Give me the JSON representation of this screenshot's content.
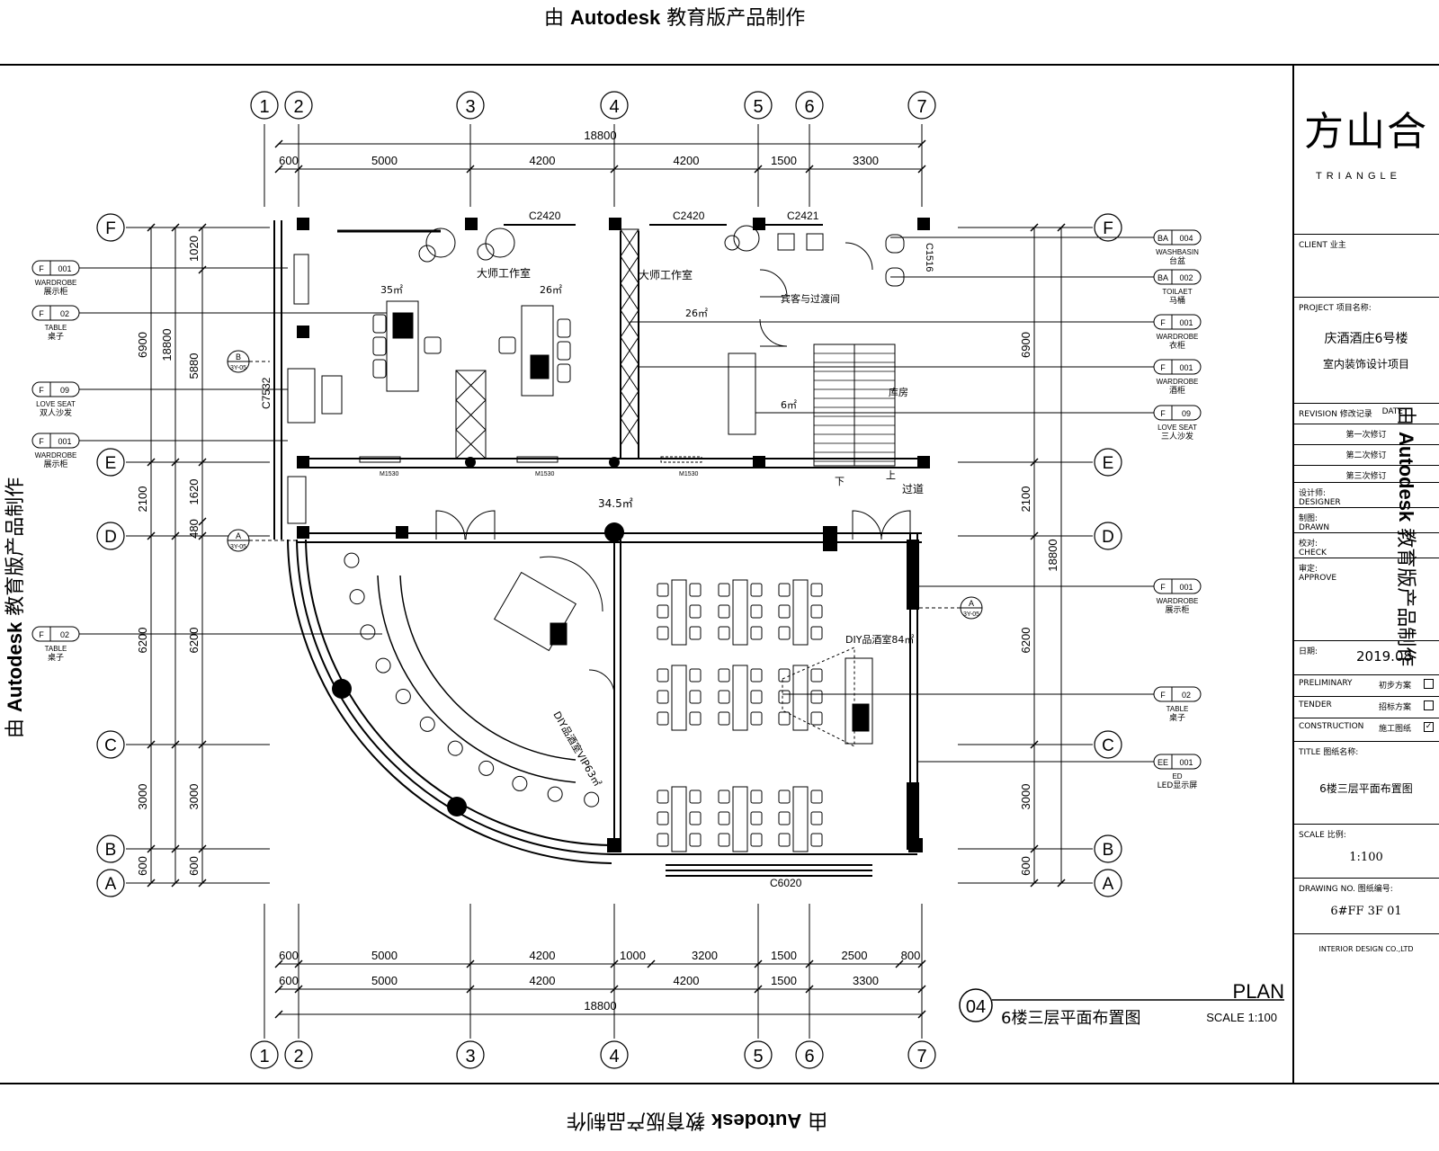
{
  "watermark": {
    "prefix": "由",
    "brand": "Autodesk",
    "suffix": "教育版产品制作"
  },
  "grid_columns": [
    "1",
    "2",
    "3",
    "4",
    "5",
    "6",
    "7"
  ],
  "grid_rows": [
    "F",
    "E",
    "D",
    "C",
    "B",
    "A"
  ],
  "dimensions": {
    "top_total": "18800",
    "top_segments": [
      "600",
      "5000",
      "4200",
      "4200",
      "1500",
      "3300"
    ],
    "bottom_row1": [
      "600",
      "5000",
      "4200",
      "1000",
      "3200",
      "1500",
      "2500",
      "800"
    ],
    "bottom_row2": [
      "600",
      "5000",
      "4200",
      "4200",
      "1500",
      "3300"
    ],
    "bottom_total": "18800",
    "left_outer": [
      "6900",
      "2100",
      "6200",
      "3000",
      "600"
    ],
    "left_inner": [
      "1020",
      "5880",
      "1620",
      "480",
      "6200",
      "3000",
      "600"
    ],
    "left_total": "18800",
    "right_outer": [
      "6900",
      "2100",
      "6200",
      "3000",
      "600"
    ],
    "right_total": "18800"
  },
  "rooms": {
    "master_studio_1": "大师工作室",
    "area_35": "35㎡",
    "master_studio_2": "大师工作室",
    "area_26a": "26㎡",
    "area_26b": "26㎡",
    "guest_room": "宾客与过渡间",
    "area_6": "6㎡",
    "storage": "库房",
    "corridor": "过道",
    "area_34": "34.5㎡",
    "diy_room": "DIY品酒室84㎡",
    "vip_room": "DIY品酒室VIP63㎡",
    "stair_down": "下",
    "stair_up": "上",
    "window_c2420a": "C2420",
    "window_c2420b": "C2420",
    "window_c2421": "C2421",
    "window_c6020": "C6020",
    "window_c7532": "C7532",
    "window_c1516": "C1516",
    "door_m1530a": "M1530",
    "door_m1530b": "M1530",
    "door_m1530c": "M1530"
  },
  "tags_left": [
    {
      "code": "F",
      "num": "001",
      "en": "WARDROBE",
      "cn": "展示柜"
    },
    {
      "code": "F",
      "num": "02",
      "en": "TABLE",
      "cn": "桌子"
    },
    {
      "code": "F",
      "num": "09",
      "en": "LOVE SEAT",
      "cn": "双人沙发"
    },
    {
      "code": "F",
      "num": "001",
      "en": "WARDROBE",
      "cn": "展示柜"
    },
    {
      "code": "F",
      "num": "02",
      "en": "TABLE",
      "cn": "桌子"
    }
  ],
  "tags_right": [
    {
      "code": "BA",
      "num": "004",
      "en": "WASHBASIN",
      "cn": "台盆"
    },
    {
      "code": "BA",
      "num": "002",
      "en": "TOILAET",
      "cn": "马桶"
    },
    {
      "code": "F",
      "num": "001",
      "en": "WARDROBE",
      "cn": "衣柜"
    },
    {
      "code": "F",
      "num": "001",
      "en": "WARDROBE",
      "cn": "酒柜"
    },
    {
      "code": "F",
      "num": "09",
      "en": "LOVE SEAT",
      "cn": "三人沙发"
    },
    {
      "code": "F",
      "num": "001",
      "en": "WARDROBE",
      "cn": "展示柜"
    },
    {
      "code": "F",
      "num": "02",
      "en": "TABLE",
      "cn": "桌子"
    },
    {
      "code": "EE",
      "num": "001",
      "en": "ED",
      "cn": "LED显示屏"
    }
  ],
  "section_marks": [
    {
      "letter": "B",
      "sheet": "3Y-05"
    },
    {
      "letter": "A",
      "sheet": "3Y-05"
    },
    {
      "letter": "A",
      "sheet": "3Y-05"
    }
  ],
  "drawing_title": {
    "number": "04",
    "plan": "PLAN",
    "name": "6楼三层平面布置图",
    "scale": "SCALE 1:100"
  },
  "title_block": {
    "logo_text": "方山合",
    "logo_sub": "TRIANGLE",
    "client_label": "CLIENT",
    "client_value": "业主",
    "project_label": "PROJECT  项目名称:",
    "project_line1": "庆酒酒庄6号楼",
    "project_line2": "室内装饰设计项目",
    "revision_label": "REVISION  修改记录",
    "date_label": "DATE",
    "rev1": "第一次修订",
    "rev2": "第二次修订",
    "rev3": "第三次修订",
    "design_label": "设计师:",
    "design_en": "DESIGNER",
    "drawn_label": "制图:",
    "drawn_en": "DRAWN",
    "check_label": "校对:",
    "check_en": "CHECK",
    "approve_label": "审定:",
    "approve_en": "APPROVE",
    "date_value": "2019.08",
    "date_cn": "日期:",
    "prelim_en": "PRELIMINARY",
    "prelim_cn": "初步方案",
    "tender_en": "TENDER",
    "tender_cn": "招标方案",
    "constr_en": "CONSTRUCTION",
    "constr_cn": "施工图纸",
    "title_label": "TITLE  图纸名称:",
    "title_value": "6楼三层平面布置图",
    "scale_label": "SCALE  比例:",
    "scale_value": "1:100",
    "drawing_no_label": "DRAWING NO.  图纸编号:",
    "drawing_no_value": "6#FF 3F 01",
    "company": "INTERIOR DESIGN CO.,LTD"
  }
}
